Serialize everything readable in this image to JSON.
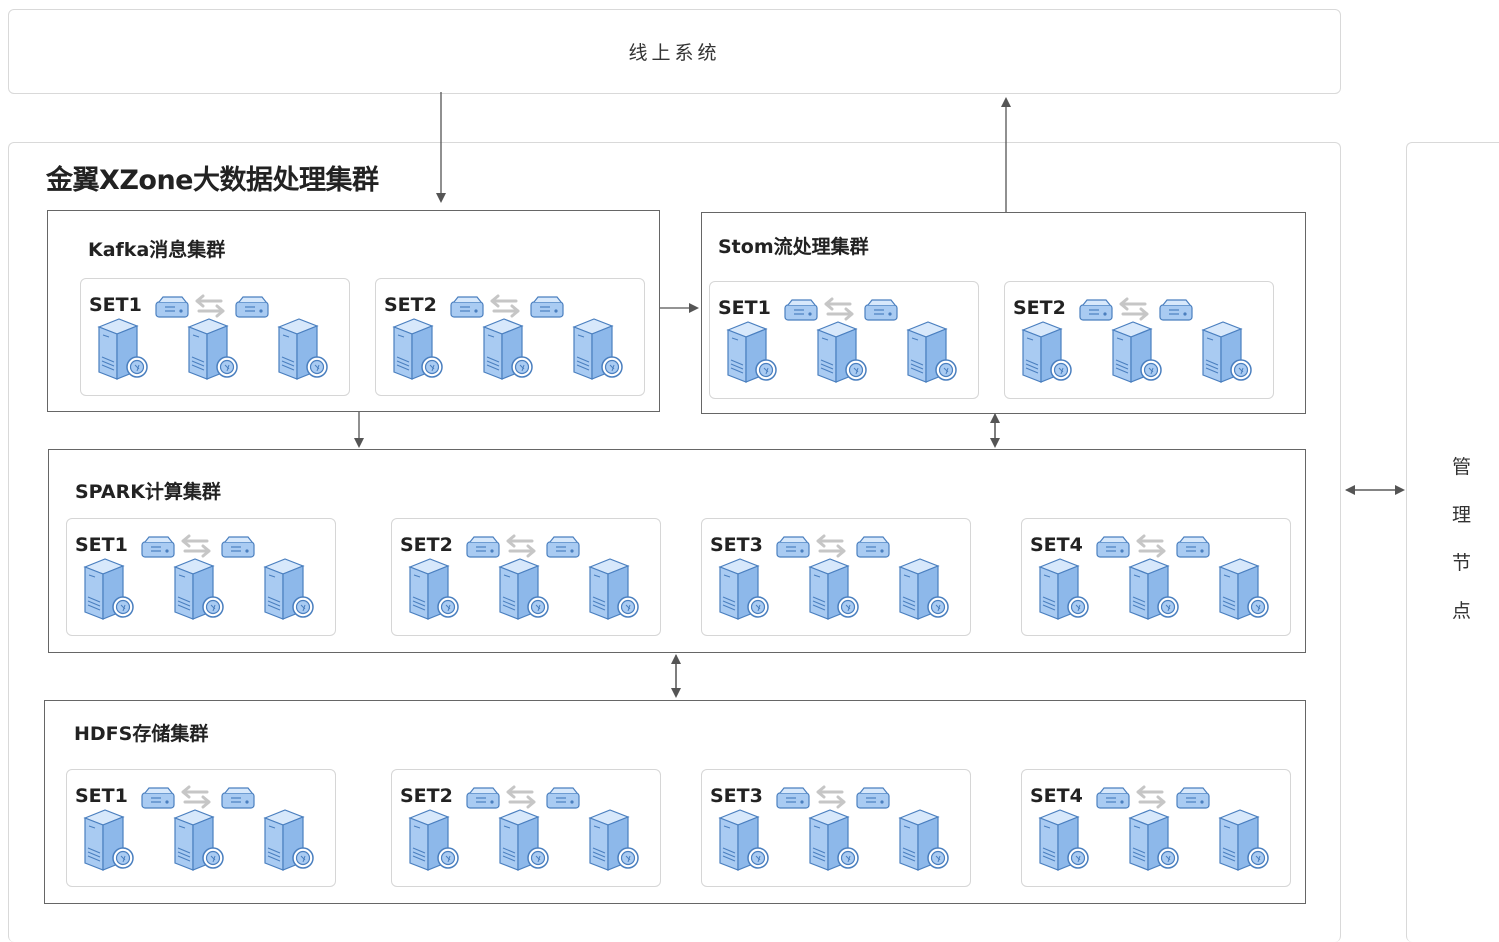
{
  "online_system": {
    "label": "线上系统"
  },
  "main_cluster": {
    "title": "金翼XZone大数据处理集群"
  },
  "management_node": {
    "chars": [
      "管",
      "理",
      "节",
      "点"
    ]
  },
  "clusters": {
    "kafka": {
      "title": "Kafka消息集群",
      "sets": [
        "SET1",
        "SET2"
      ]
    },
    "storm": {
      "title": "Stom流处理集群",
      "sets": [
        "SET1",
        "SET2"
      ]
    },
    "spark": {
      "title": "SPARK计算集群",
      "sets": [
        "SET1",
        "SET2",
        "SET3",
        "SET4"
      ]
    },
    "hdfs": {
      "title": "HDFS存储集群",
      "sets": [
        "SET1",
        "SET2",
        "SET3",
        "SET4"
      ]
    }
  },
  "icons": {
    "server": "server-icon",
    "mini_server": "mini-server-icon",
    "sync": "sync-arrows-icon"
  },
  "colors": {
    "server_fill": "#a9cbf2",
    "server_stroke": "#4a7fbf",
    "border": "#666666",
    "light_border": "#d6d6d6"
  }
}
